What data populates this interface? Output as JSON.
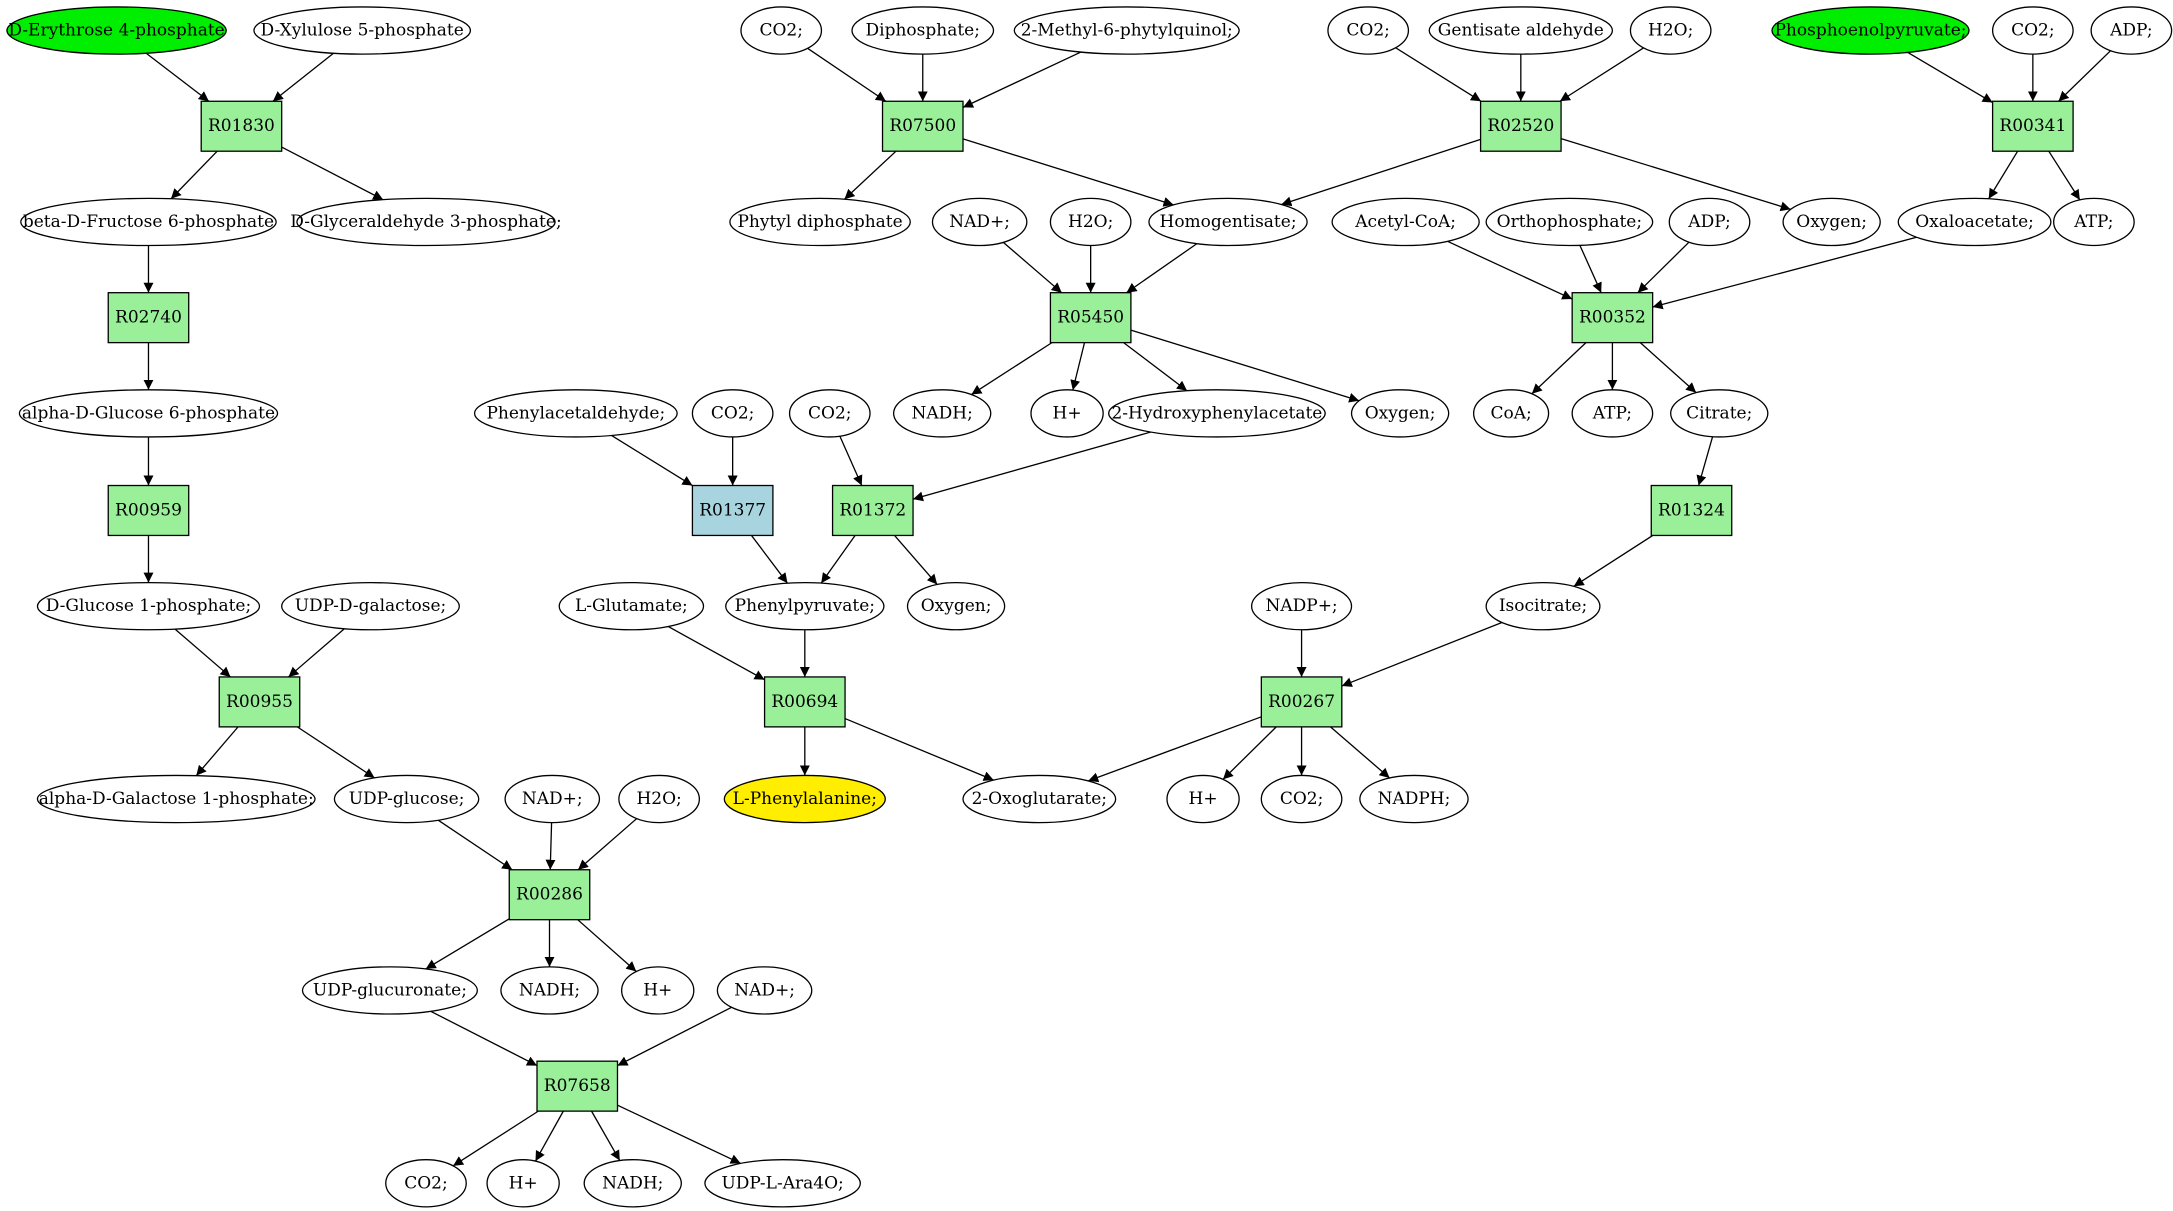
{
  "colors": {
    "reaction": "#99f099",
    "reaction_alt": "#a8d4e0",
    "start": "#00ee00",
    "target": "#ffee00",
    "compound": "#ffffff"
  },
  "compounds": {
    "c_e4p": "D-Erythrose 4-phosphate",
    "c_x5p": "D-Xylulose 5-phosphate",
    "c_f6p": "beta-D-Fructose 6-phosphate",
    "c_g3p": "D-Glyceraldehyde 3-phosphate;",
    "c_g6p": "alpha-D-Glucose 6-phosphate",
    "c_g1p": "D-Glucose 1-phosphate;",
    "c_udpgal": "UDP-D-galactose;",
    "c_gal1p": "alpha-D-Galactose 1-phosphate;",
    "c_udpglc": "UDP-glucose;",
    "c_nad_a": "NAD+;",
    "c_h2o_a": "H2O;",
    "c_udpgluc": "UDP-glucuronate;",
    "c_nadh_a": "NADH;",
    "c_h_a": "H+",
    "c_nad_b": "NAD+;",
    "c_co2_a": "CO2;",
    "c_h_b": "H+",
    "c_nadh_b": "NADH;",
    "c_udpara": "UDP-L-Ara4O;",
    "c_co2_b": "CO2;",
    "c_diph": "Diphosphate;",
    "c_mpq": "2-Methyl-6-phytylquinol;",
    "c_phytyl": "Phytyl diphosphate",
    "c_homog": "Homogentisate;",
    "c_nad_c": "NAD+;",
    "c_h2o_b": "H2O;",
    "c_nadh_c": "NADH;",
    "c_h_c": "H+",
    "c_2hpa": "2-Hydroxyphenylacetate",
    "c_oxy_a": "Oxygen;",
    "c_co2_c": "CO2;",
    "c_gent": "Gentisate aldehyde",
    "c_h2o_c": "H2O;",
    "c_oxy_b": "Oxygen;",
    "c_pep": "Phosphoenolpyruvate;",
    "c_co2_d": "CO2;",
    "c_adp_a": "ADP;",
    "c_oaa": "Oxaloacetate;",
    "c_atp_a": "ATP;",
    "c_acoa": "Acetyl-CoA;",
    "c_pi": "Orthophosphate;",
    "c_adp_b": "ADP;",
    "c_coa": "CoA;",
    "c_atp_b": "ATP;",
    "c_cit": "Citrate;",
    "c_paa": "Phenylacetaldehyde;",
    "c_co2_e": "CO2;",
    "c_co2_f": "CO2;",
    "c_ppyr": "Phenylpyruvate;",
    "c_oxy_c": "Oxygen;",
    "c_glu": "L-Glutamate;",
    "c_phe": "L-Phenylalanine;",
    "c_akg": "2-Oxoglutarate;",
    "c_icit": "Isocitrate;",
    "c_nadp": "NADP+;",
    "c_h_d": "H+",
    "c_co2_g": "CO2;",
    "c_nadph": "NADPH;"
  },
  "reactions": {
    "r_R01830": "R01830",
    "r_R02740": "R02740",
    "r_R00959": "R00959",
    "r_R00955": "R00955",
    "r_R00286": "R00286",
    "r_R07658": "R07658",
    "r_R07500": "R07500",
    "r_R05450": "R05450",
    "r_R02520": "R02520",
    "r_R00341": "R00341",
    "r_R00352": "R00352",
    "r_R01324": "R01324",
    "r_R01377": "R01377",
    "r_R01372": "R01372",
    "r_R00694": "R00694",
    "r_R00267": "R00267"
  },
  "node_styles": {
    "c_e4p": "start",
    "c_pep": "start",
    "c_phe": "target",
    "r_R01377": "reaction_alt"
  },
  "edges": [
    [
      "c_e4p",
      "r_R01830"
    ],
    [
      "c_x5p",
      "r_R01830"
    ],
    [
      "r_R01830",
      "c_f6p"
    ],
    [
      "r_R01830",
      "c_g3p"
    ],
    [
      "c_f6p",
      "r_R02740"
    ],
    [
      "r_R02740",
      "c_g6p"
    ],
    [
      "c_g6p",
      "r_R00959"
    ],
    [
      "r_R00959",
      "c_g1p"
    ],
    [
      "c_g1p",
      "r_R00955"
    ],
    [
      "c_udpgal",
      "r_R00955"
    ],
    [
      "r_R00955",
      "c_gal1p"
    ],
    [
      "r_R00955",
      "c_udpglc"
    ],
    [
      "c_udpglc",
      "r_R00286"
    ],
    [
      "c_nad_a",
      "r_R00286"
    ],
    [
      "c_h2o_a",
      "r_R00286"
    ],
    [
      "r_R00286",
      "c_udpgluc"
    ],
    [
      "r_R00286",
      "c_nadh_a"
    ],
    [
      "r_R00286",
      "c_h_a"
    ],
    [
      "c_udpgluc",
      "r_R07658"
    ],
    [
      "c_nad_b",
      "r_R07658"
    ],
    [
      "r_R07658",
      "c_co2_a"
    ],
    [
      "r_R07658",
      "c_h_b"
    ],
    [
      "r_R07658",
      "c_nadh_b"
    ],
    [
      "r_R07658",
      "c_udpara"
    ],
    [
      "c_co2_b",
      "r_R07500"
    ],
    [
      "c_diph",
      "r_R07500"
    ],
    [
      "c_mpq",
      "r_R07500"
    ],
    [
      "r_R07500",
      "c_phytyl"
    ],
    [
      "r_R07500",
      "c_homog"
    ],
    [
      "c_nad_c",
      "r_R05450"
    ],
    [
      "c_h2o_b",
      "r_R05450"
    ],
    [
      "c_homog",
      "r_R05450"
    ],
    [
      "r_R05450",
      "c_nadh_c"
    ],
    [
      "r_R05450",
      "c_h_c"
    ],
    [
      "r_R05450",
      "c_2hpa"
    ],
    [
      "r_R05450",
      "c_oxy_a"
    ],
    [
      "c_co2_c",
      "r_R02520"
    ],
    [
      "c_gent",
      "r_R02520"
    ],
    [
      "c_h2o_c",
      "r_R02520"
    ],
    [
      "r_R02520",
      "c_homog"
    ],
    [
      "r_R02520",
      "c_oxy_b"
    ],
    [
      "c_pep",
      "r_R00341"
    ],
    [
      "c_co2_d",
      "r_R00341"
    ],
    [
      "c_adp_a",
      "r_R00341"
    ],
    [
      "r_R00341",
      "c_oaa"
    ],
    [
      "r_R00341",
      "c_atp_a"
    ],
    [
      "c_acoa",
      "r_R00352"
    ],
    [
      "c_pi",
      "r_R00352"
    ],
    [
      "c_adp_b",
      "r_R00352"
    ],
    [
      "c_oaa",
      "r_R00352"
    ],
    [
      "r_R00352",
      "c_coa"
    ],
    [
      "r_R00352",
      "c_atp_b"
    ],
    [
      "r_R00352",
      "c_cit"
    ],
    [
      "c_cit",
      "r_R01324"
    ],
    [
      "r_R01324",
      "c_icit"
    ],
    [
      "c_paa",
      "r_R01377"
    ],
    [
      "c_co2_e",
      "r_R01377"
    ],
    [
      "r_R01377",
      "c_ppyr"
    ],
    [
      "c_co2_f",
      "r_R01372"
    ],
    [
      "c_2hpa",
      "r_R01372"
    ],
    [
      "r_R01372",
      "c_ppyr"
    ],
    [
      "r_R01372",
      "c_oxy_c"
    ],
    [
      "c_glu",
      "r_R00694"
    ],
    [
      "c_ppyr",
      "r_R00694"
    ],
    [
      "r_R00694",
      "c_phe"
    ],
    [
      "r_R00694",
      "c_akg"
    ],
    [
      "c_nadp",
      "r_R00267"
    ],
    [
      "c_icit",
      "r_R00267"
    ],
    [
      "r_R00267",
      "c_akg"
    ],
    [
      "r_R00267",
      "c_h_d"
    ],
    [
      "r_R00267",
      "c_co2_g"
    ],
    [
      "r_R00267",
      "c_nadph"
    ]
  ]
}
